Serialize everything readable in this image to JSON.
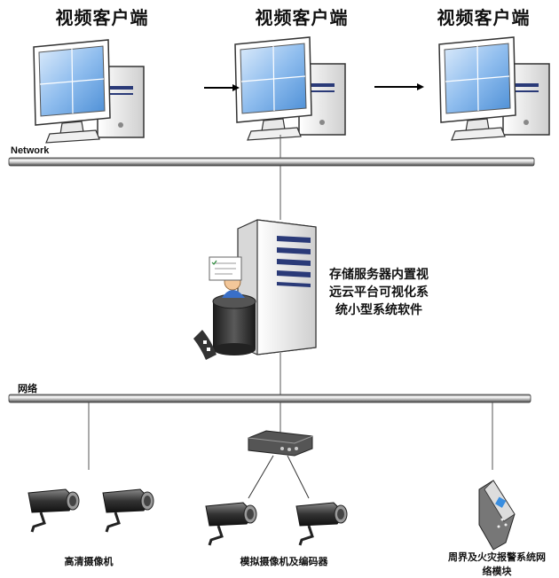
{
  "clients": [
    {
      "label": "视频客户端"
    },
    {
      "label": "视频客户端"
    },
    {
      "label": "视频客户端"
    }
  ],
  "networks": {
    "top_label": "Network",
    "bottom_label": "网络"
  },
  "server": {
    "description_lines": [
      "存储服务器内置视",
      "远云平台可视化系",
      "统小型系统软件"
    ]
  },
  "devices": {
    "hd_cameras_label": "高清摄像机",
    "analog_cameras_label": "模拟摄像机及编码器",
    "alarm_label_lines": [
      "周界及火灾报警系统网",
      "络模块"
    ]
  },
  "colors": {
    "cable": "#555555",
    "monitor_screen": "#7fb2e8",
    "server_stripe": "#2a3a78"
  }
}
